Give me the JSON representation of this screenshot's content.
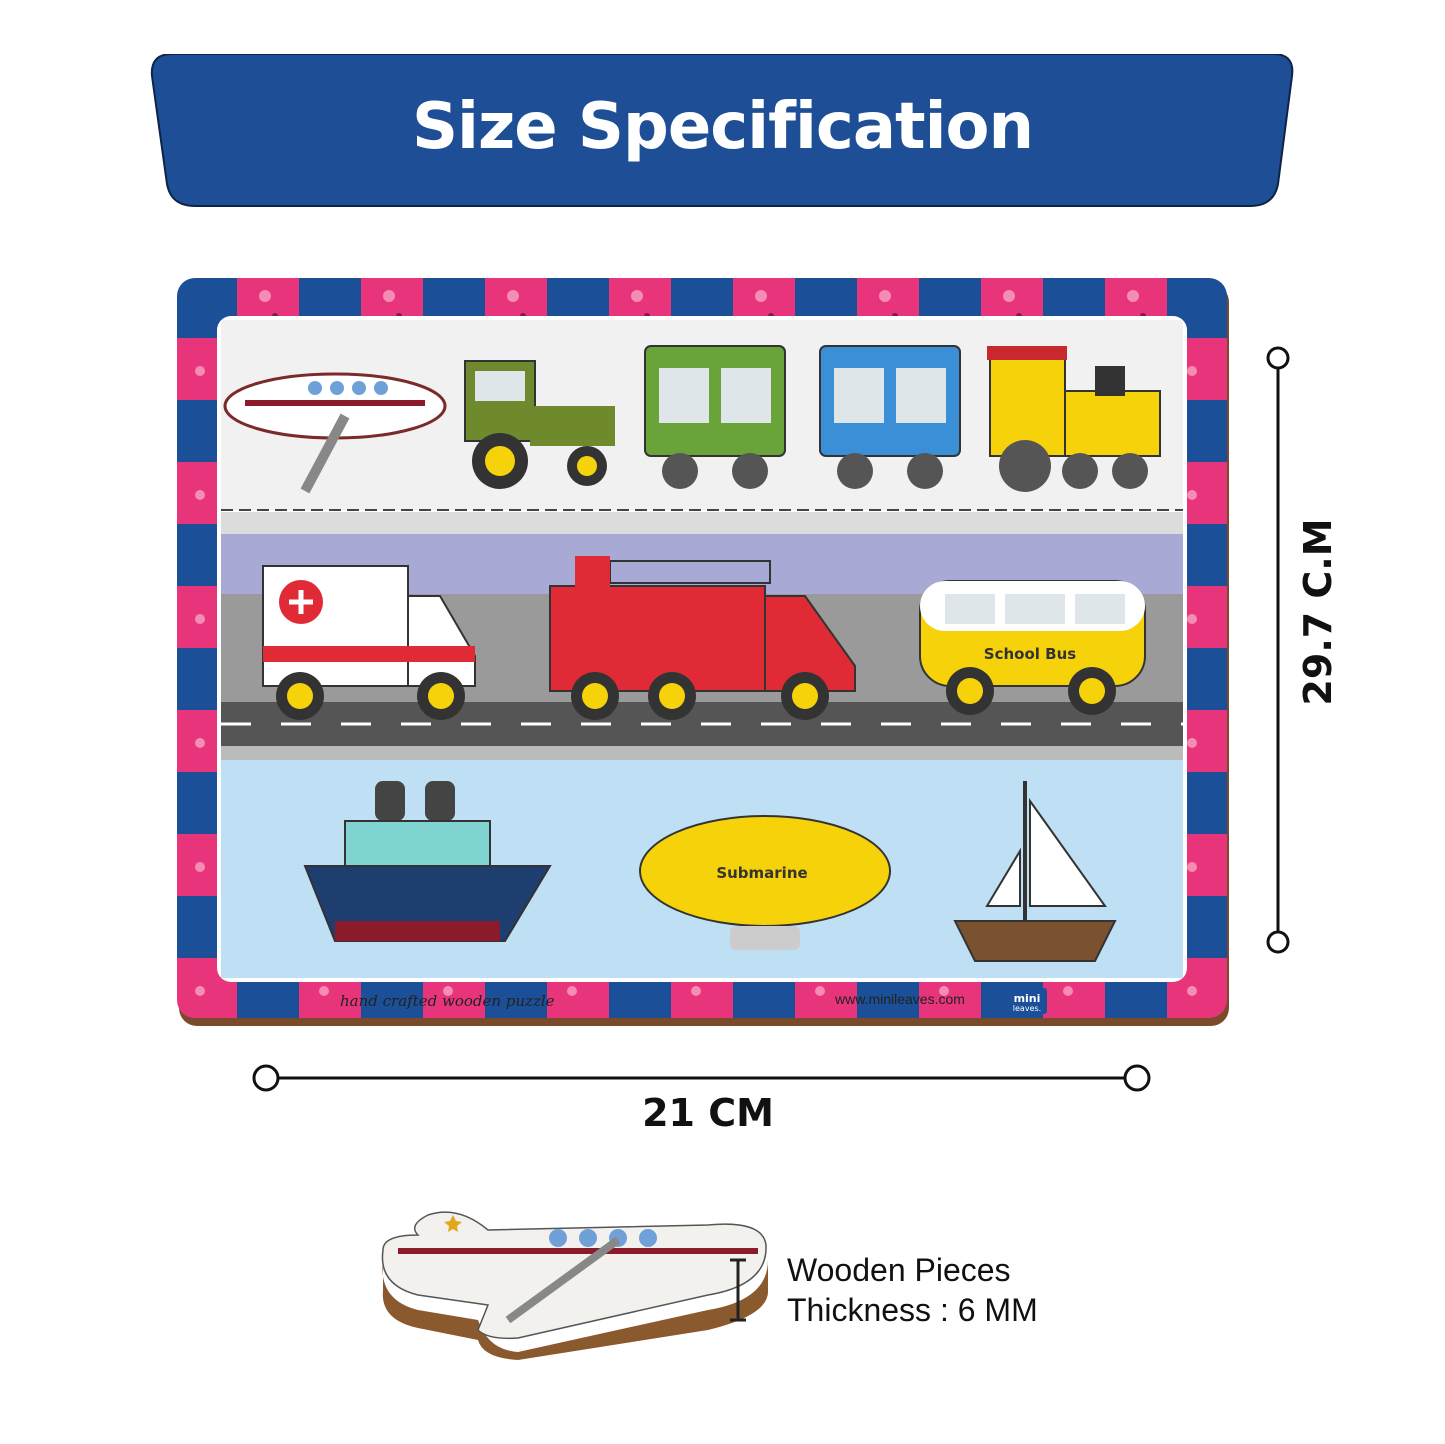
{
  "banner": {
    "title": "Size Specification",
    "color": "#1d4e96"
  },
  "board": {
    "footer_left": "hand crafted wooden puzzle",
    "footer_url": "www.minileaves.com",
    "logo_text": [
      "mini",
      "leaves."
    ],
    "border_colors": {
      "pink": "#e8347a",
      "blue": "#1b4f98",
      "wood": "#7b4a2a"
    },
    "pieces": [
      "airplane",
      "tractor",
      "train-car-green",
      "train-car-blue",
      "locomotive",
      "ambulance",
      "fire-truck",
      "school-bus",
      "ship",
      "airship",
      "sailboat"
    ],
    "labels": {
      "bus": "School Bus",
      "airship": "Submarine"
    }
  },
  "dimensions": {
    "height": "29.7 C.M",
    "width": "21 CM"
  },
  "thickness": {
    "line1": "Wooden Pieces",
    "line2": "Thickness : 6 MM"
  }
}
